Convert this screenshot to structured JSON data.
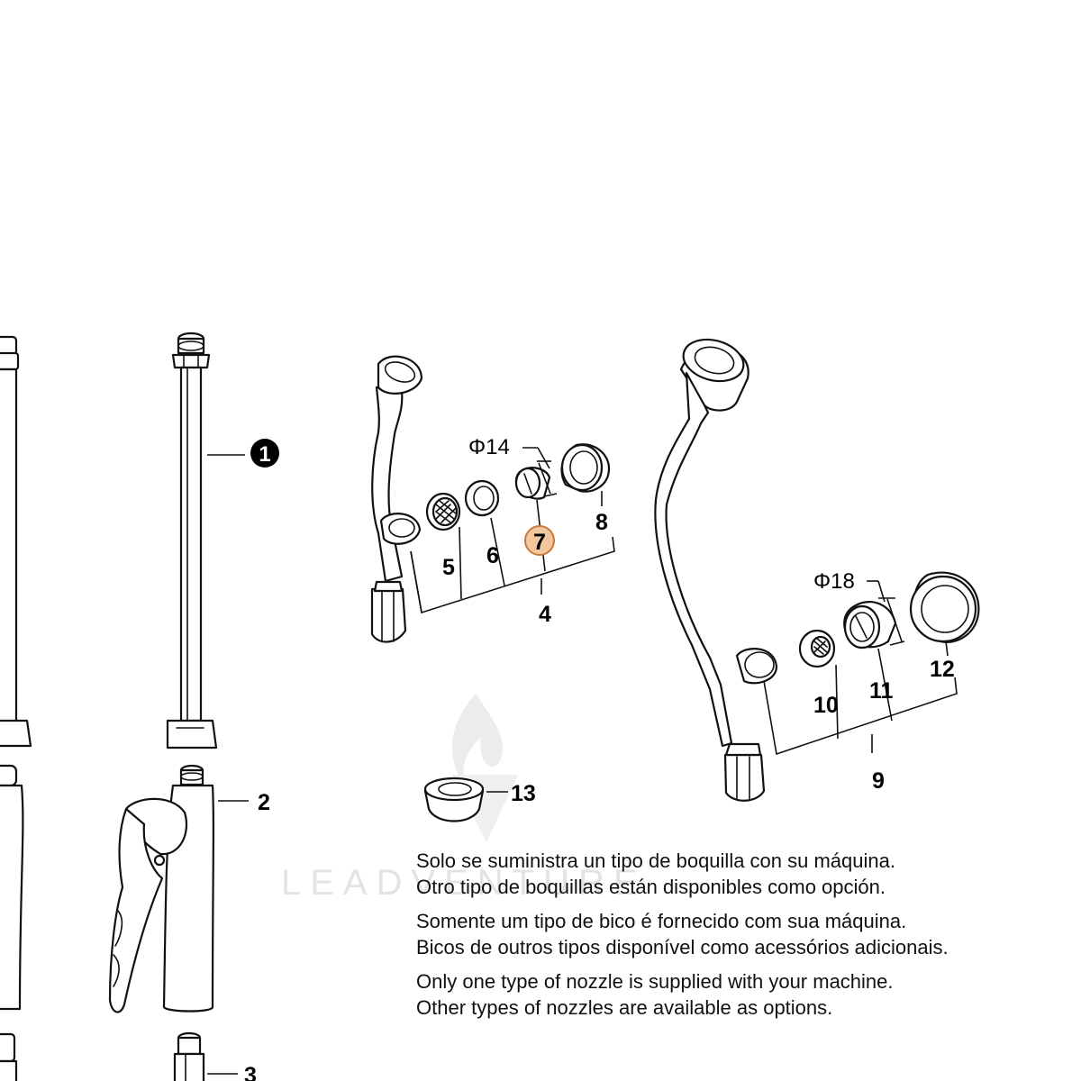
{
  "callouts": {
    "c1": "1",
    "c2": "2",
    "c3": "3",
    "c4": "4",
    "c5": "5",
    "c6": "6",
    "c7": "7",
    "c8": "8",
    "c9": "9",
    "c10": "10",
    "c11": "11",
    "c12": "12",
    "c13": "13"
  },
  "dimensions": {
    "small_nozzle": "Φ14",
    "large_nozzle": "Φ18"
  },
  "watermark": "LEADVENTURE",
  "notes": {
    "es": [
      "Solo se suministra un tipo de boquilla con su máquina.",
      "Otro tipo de boquillas están disponibles como opción."
    ],
    "pt": [
      "Somente um tipo de bico é fornecido com sua máquina.",
      "Bicos de outros tipos disponível como acessórios adicionais."
    ],
    "en": [
      "Only one type of nozzle is supplied with your machine.",
      "Other types of nozzles are available as options."
    ]
  },
  "colors": {
    "highlight_fill": "#f3c79e",
    "highlight_stroke": "#c87a3c",
    "badge_fill": "#000000"
  }
}
